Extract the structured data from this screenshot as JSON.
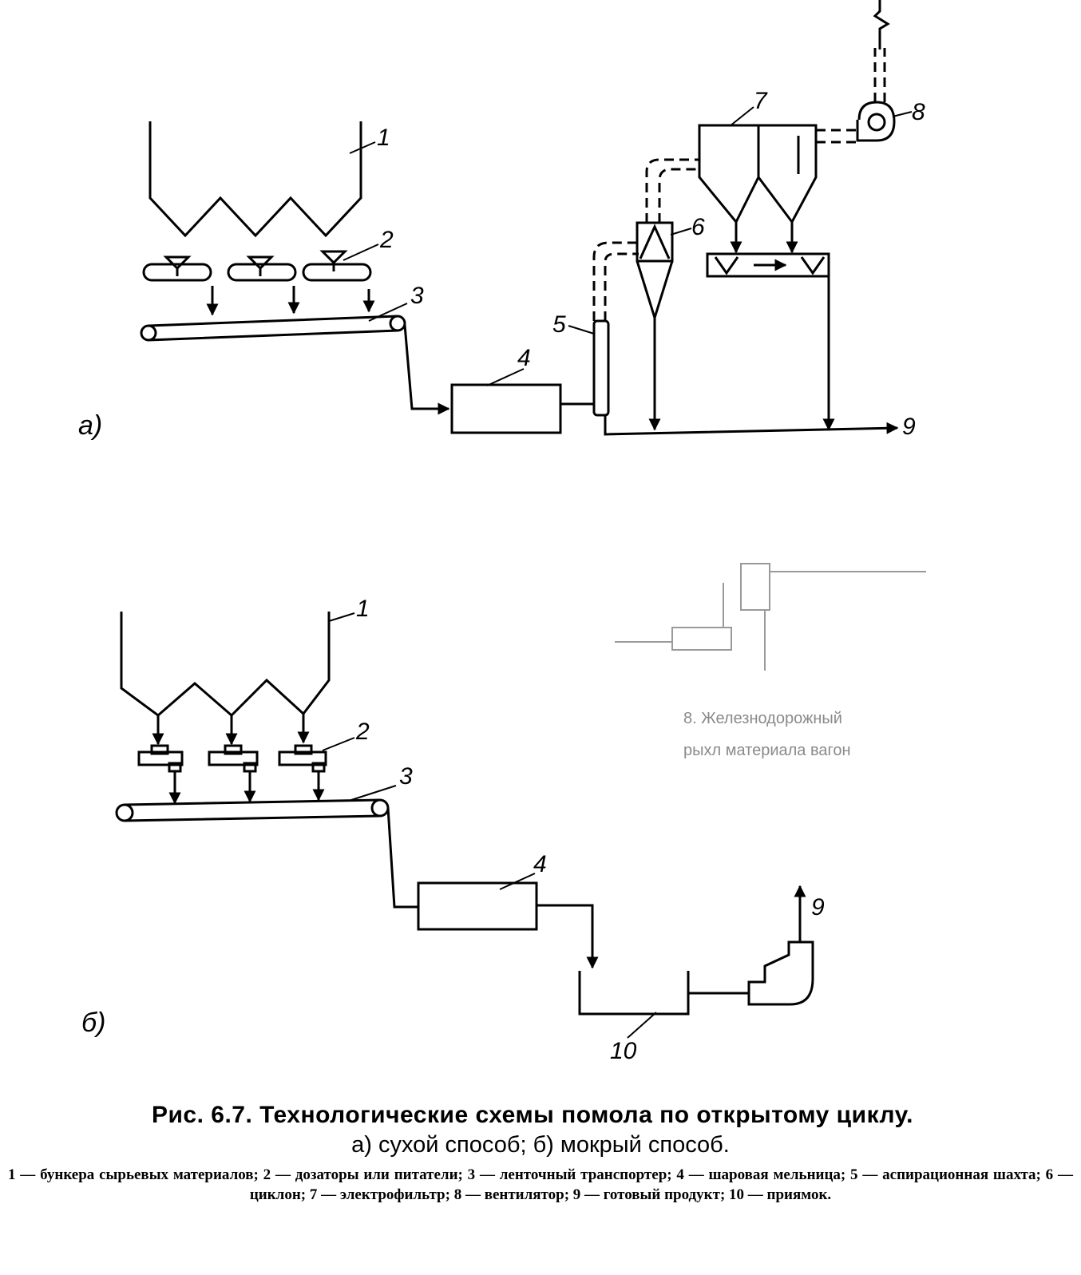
{
  "diagram_a": {
    "panel_label": "а)",
    "labels": {
      "n1": "1",
      "n2": "2",
      "n3": "3",
      "n4": "4",
      "n5": "5",
      "n6": "6",
      "n7": "7",
      "n8": "8",
      "n9": "9"
    }
  },
  "diagram_b": {
    "panel_label": "б)",
    "labels": {
      "n1": "1",
      "n2": "2",
      "n3": "3",
      "n4": "4",
      "n9": "9",
      "n10": "10"
    }
  },
  "bleed_through": {
    "line1": "8. Железнодорожный",
    "line2": "рыхл материала вагон"
  },
  "caption": {
    "title": "Рис. 6.7. Технологические схемы помола по открытому циклу.",
    "subtitle": "а) сухой способ; б) мокрый способ.",
    "legend": "1 — бункера сырьевых материалов; 2 — дозаторы или питатели; 3 — ленточный транспортер; 4 — шаровая мельница; 5 — аспирационная шахта; 6 — циклон; 7 — электрофильтр; 8 — вентилятор; 9 — готовый продукт; 10 — приямок."
  }
}
